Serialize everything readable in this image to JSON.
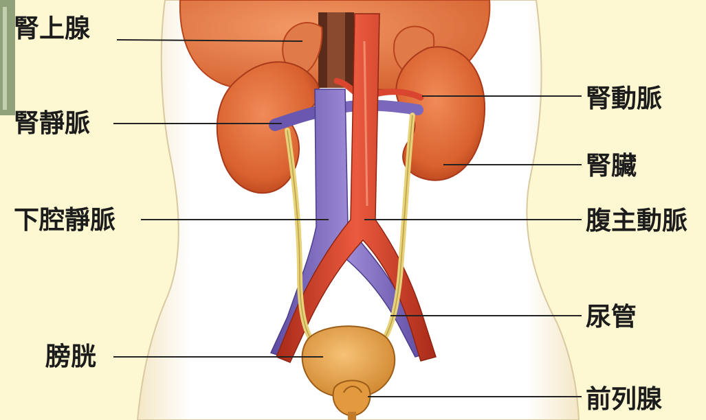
{
  "labels": {
    "adrenal_gland": "腎上腺",
    "renal_vein": "腎靜脈",
    "inferior_vena_cava": "下腔靜脈",
    "bladder": "膀胱",
    "renal_artery": "腎動脈",
    "kidney": "腎臟",
    "abdominal_aorta": "腹主動脈",
    "ureter": "尿管",
    "prostate": "前列腺"
  },
  "colors": {
    "background": "#fdf7d2",
    "body": "#ffffff",
    "organ": "#e0703e",
    "organ_dark": "#b8431c",
    "vein": "#8671c4",
    "artery": "#d9452e",
    "ureter": "#e8d27a",
    "bladder": "#e6a24a"
  }
}
